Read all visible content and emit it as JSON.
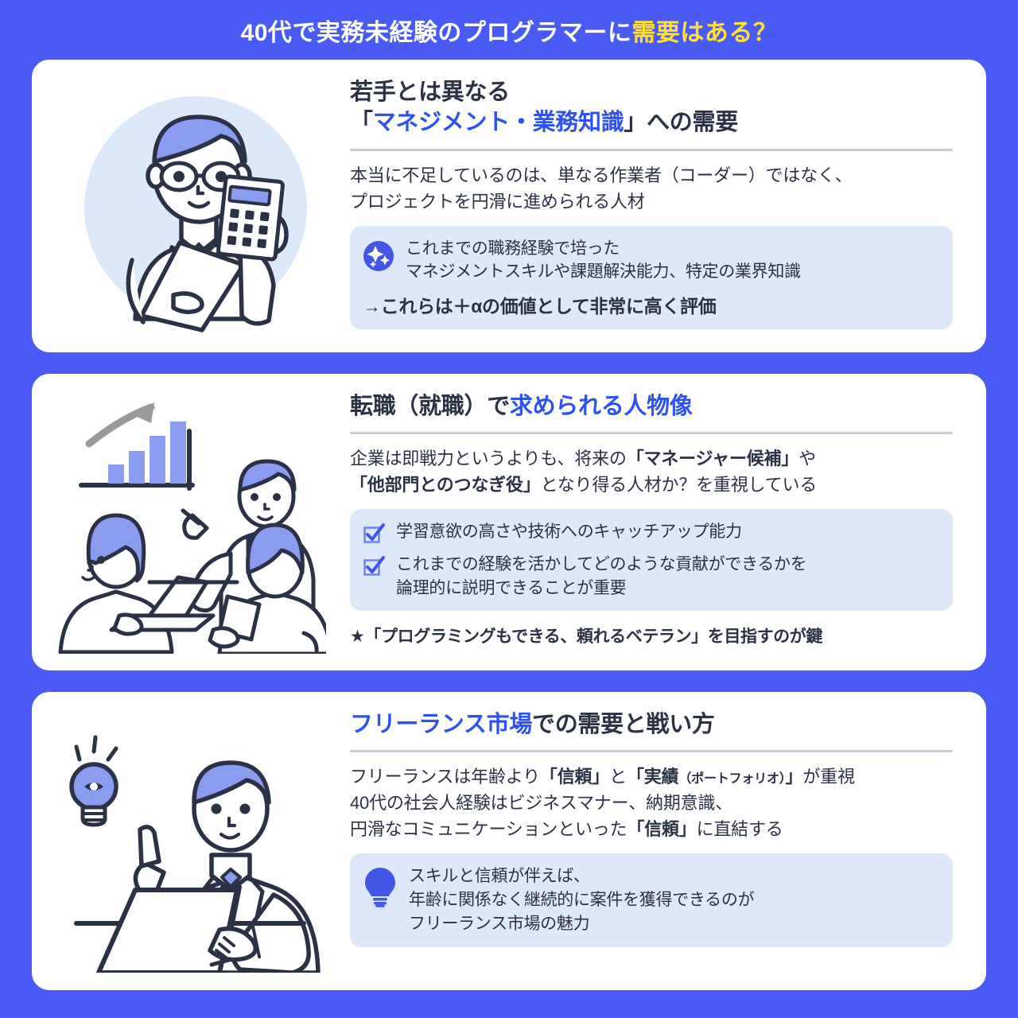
{
  "header": {
    "title_plain": "40代で実務未経験のプログラマーに",
    "title_highlight": "需要はある？",
    "title_color": "#ffffff",
    "highlight_color": "#ffe033",
    "background_color": "#4a5bf5"
  },
  "cards": [
    {
      "illustration_name": "businessman-with-calculator",
      "heading_line1": "若手とは異なる",
      "heading_line2_open": "「",
      "heading_line2_blue": "マネジメント・業務知識",
      "heading_line2_close": "」への需要",
      "body_line1": "本当に不足しているのは、単なる作業者（コーダー）ではなく、",
      "body_line2": "プロジェクトを円滑に進められる人材",
      "callout": {
        "icon": "sparkle-icon",
        "line1": "これまでの職務経験で培った",
        "line2": "マネジメントスキルや課題解決能力、特定の業界知識",
        "arrow_line": "→これらは＋αの価値として非常に高く評価"
      }
    },
    {
      "illustration_name": "team-meeting-with-growth-chart",
      "heading_plain": "転職（就職）で",
      "heading_blue": "求められる人物像",
      "body_line1_pre": "企業は即戦力というよりも、将来の",
      "body_line1_bold": "「マネージャー候補」",
      "body_line1_post": "や",
      "body_line2_bold": "「他部門とのつなぎ役」",
      "body_line2_post": "となり得る人材か？を重視している",
      "checklist": [
        {
          "icon": "checkbox-checked-icon",
          "text": "学習意欲の高さや技術へのキャッチアップ能力"
        },
        {
          "icon": "checkbox-checked-icon",
          "text_line1": "これまでの経験を活かしてどのような貢献ができるかを",
          "text_line2": "論理的に説明できることが重要"
        }
      ],
      "star_line": "★「プログラミングもできる、頼れるベテラン」を目指すのが鍵"
    },
    {
      "illustration_name": "man-at-laptop-with-idea-bulb",
      "heading_blue": "フリーランス市場",
      "heading_plain": "での需要と戦い方",
      "body_line1_pre": "フリーランスは年齢より",
      "body_line1_b1": "「信頼」",
      "body_line1_mid": "と",
      "body_line1_b2": "「実績",
      "body_line1_small": "（ポートフォリオ）",
      "body_line1_b3": "」",
      "body_line1_post": "が重視",
      "body_line2": "40代の社会人経験はビジネスマナー、納期意識、",
      "body_line3_pre": "円滑なコミュニケーションといった",
      "body_line3_bold": "「信頼」",
      "body_line3_post": "に直結する",
      "callout": {
        "icon": "lightbulb-icon",
        "line1": "スキルと信頼が伴えば、",
        "line2": "年齢に関係なく継続的に案件を獲得できるのが",
        "line3": "フリーランス市場の魅力"
      }
    }
  ],
  "colors": {
    "accent_blue": "#2d52ef",
    "card_bg": "#ffffff",
    "callout_bg": "#dde8fb",
    "text_dark": "#2b3245",
    "rule": "#c4ccd9",
    "illus_blue": "#8a9cf0",
    "illus_circle": "#dce9fb"
  }
}
